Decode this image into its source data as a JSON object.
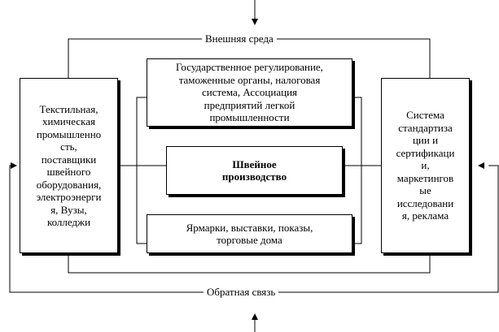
{
  "diagram": {
    "outer_label": "Внешняя среда",
    "feedback_label": "Обратная связь",
    "left_box": "Текстильная,\nхимическая\nпромышленно\nсть,\nпоставщики\nшвейного\nоборудования,\nэлектроэнерги\nя, Вузы,\nколледжи",
    "top_box": "Государственное регулирование,\nтаможенные органы, налоговая\nсистема, Ассоциация\nпредприятий легкой\nпромышленности",
    "center_box": "Швейное\nпроизводство",
    "bottom_box": "Ярмарки, выставки, показы,\nторговые дома",
    "right_box": "Система\nстандартиза\nции и\nсертификаци\nи,\nмаркетингов\nые\nисследовани\nя, реклама"
  }
}
